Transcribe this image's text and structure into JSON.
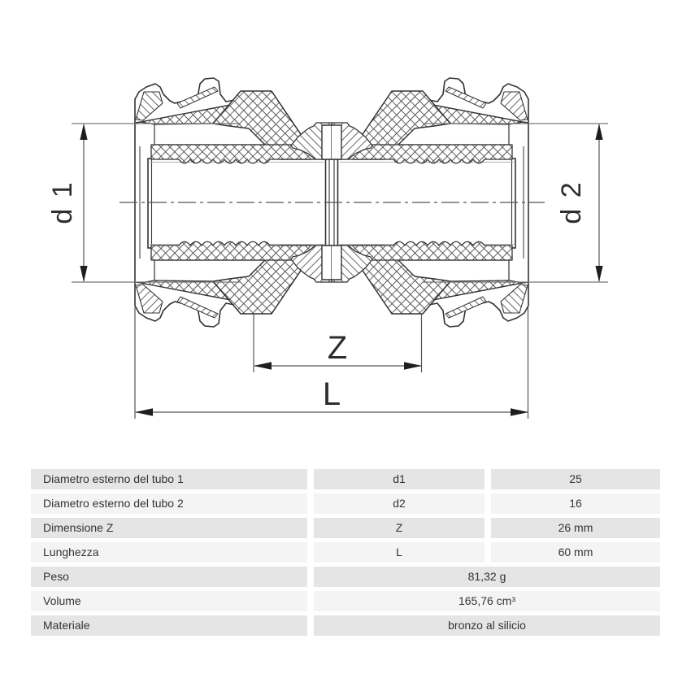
{
  "drawing": {
    "dimension_labels": {
      "d1": "d 1",
      "d2": "d 2",
      "z": "Z",
      "l": "L"
    }
  },
  "table": {
    "rows": [
      {
        "label": "Diametro esterno del tubo 1",
        "symbol": "d1",
        "value": "25"
      },
      {
        "label": "Diametro esterno del tubo 2",
        "symbol": "d2",
        "value": "16"
      },
      {
        "label": "Dimensione Z",
        "symbol": "Z",
        "value": "26 mm"
      },
      {
        "label": "Lunghezza",
        "symbol": "L",
        "value": "60 mm"
      },
      {
        "label": "Peso",
        "value": "81,32 g"
      },
      {
        "label": "Volume",
        "value": "165,76 cm³"
      },
      {
        "label": "Materiale",
        "value": "bronzo al silicio"
      }
    ]
  },
  "colors": {
    "row_dark": "#e5e5e5",
    "row_light": "#f4f4f4",
    "line": "#333333",
    "dim_line": "#555555",
    "text": "#333333"
  }
}
